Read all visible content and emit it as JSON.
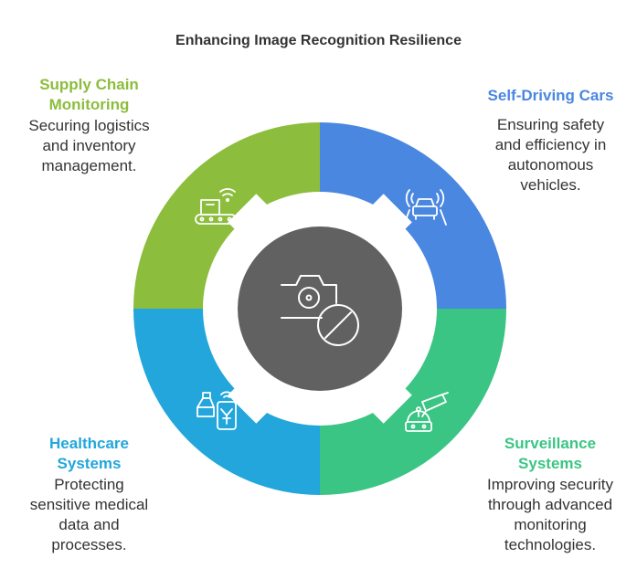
{
  "title": "Enhancing Image Recognition Resilience",
  "colors": {
    "supply_chain": "#8cbd3c",
    "self_driving": "#4a87e0",
    "healthcare": "#22a6dc",
    "surveillance": "#3bc585",
    "center": "#616161"
  },
  "center": {
    "icon": "camera-blocked-icon"
  },
  "segments": [
    {
      "id": "supply_chain",
      "heading": "Supply Chain Monitoring",
      "heading_lines": [
        "Supply Chain",
        "Monitoring"
      ],
      "description": "Securing logistics and inventory management.",
      "description_lines": [
        "Securing logistics",
        "and inventory",
        "management."
      ],
      "icon": "conveyor-box-wifi-icon"
    },
    {
      "id": "self_driving",
      "heading": "Self-Driving Cars",
      "heading_lines": [
        "Self-Driving Cars"
      ],
      "description": "Ensuring safety and efficiency in autonomous vehicles.",
      "description_lines": [
        "Ensuring safety",
        "and efficiency in",
        "autonomous",
        "vehicles."
      ],
      "icon": "autonomous-car-icon"
    },
    {
      "id": "healthcare",
      "heading": "Healthcare Systems",
      "heading_lines": [
        "Healthcare",
        "Systems"
      ],
      "description": "Protecting sensitive medical data and processes.",
      "description_lines": [
        "Protecting",
        "sensitive medical",
        "data and",
        "processes."
      ],
      "icon": "medical-device-icon"
    },
    {
      "id": "surveillance",
      "heading": "Surveillance Systems",
      "heading_lines": [
        "Surveillance",
        "Systems"
      ],
      "description": "Improving security through advanced monitoring technologies.",
      "description_lines": [
        "Improving security",
        "through advanced",
        "monitoring",
        "technologies."
      ],
      "icon": "security-camera-icon"
    }
  ]
}
